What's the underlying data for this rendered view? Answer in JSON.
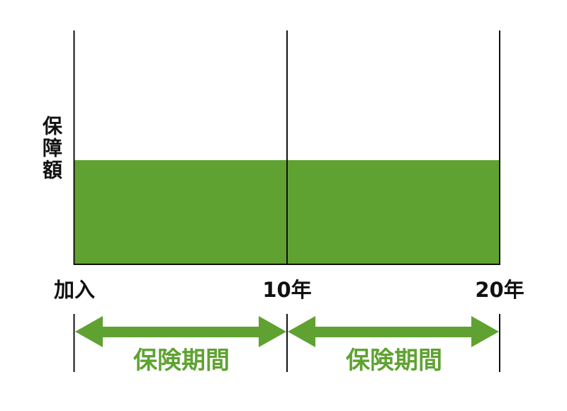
{
  "y_axis_label": "保障額",
  "x_labels": {
    "start": "加入",
    "mid": "10年",
    "end": "20年"
  },
  "periods": [
    {
      "label": "保険期間"
    },
    {
      "label": "保険期間"
    }
  ],
  "colors": {
    "green": "#5fa232",
    "line": "#111111"
  }
}
